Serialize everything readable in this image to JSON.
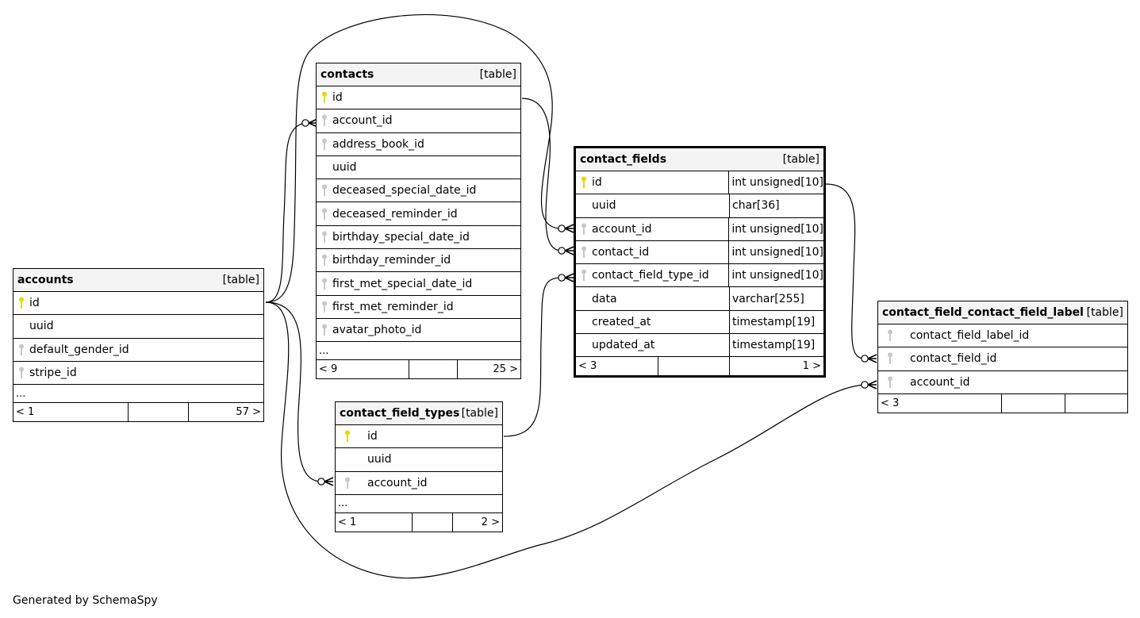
{
  "footer_text": "Generated by SchemaSpy",
  "colors": {
    "primary_key": "#e6d800",
    "foreign_key": "#c8c8c8",
    "header_bg": "#f4f4f4"
  },
  "tables": {
    "accounts": {
      "name": "accounts",
      "kind": "[table]",
      "columns": [
        {
          "name": "id",
          "key": "primary"
        },
        {
          "name": "uuid",
          "key": "none"
        },
        {
          "name": "default_gender_id",
          "key": "foreign"
        },
        {
          "name": "stripe_id",
          "key": "foreign"
        }
      ],
      "more": "...",
      "footer": {
        "left": "< 1",
        "middle": "",
        "right": "57 >"
      }
    },
    "contacts": {
      "name": "contacts",
      "kind": "[table]",
      "columns": [
        {
          "name": "id",
          "key": "primary"
        },
        {
          "name": "account_id",
          "key": "foreign"
        },
        {
          "name": "address_book_id",
          "key": "foreign"
        },
        {
          "name": "uuid",
          "key": "none"
        },
        {
          "name": "deceased_special_date_id",
          "key": "foreign"
        },
        {
          "name": "deceased_reminder_id",
          "key": "foreign"
        },
        {
          "name": "birthday_special_date_id",
          "key": "foreign"
        },
        {
          "name": "birthday_reminder_id",
          "key": "foreign"
        },
        {
          "name": "first_met_special_date_id",
          "key": "foreign"
        },
        {
          "name": "first_met_reminder_id",
          "key": "foreign"
        },
        {
          "name": "avatar_photo_id",
          "key": "foreign"
        }
      ],
      "more": "...",
      "footer": {
        "left": "< 9",
        "middle": "",
        "right": "25 >"
      }
    },
    "contact_fields": {
      "name": "contact_fields",
      "kind": "[table]",
      "columns": [
        {
          "name": "id",
          "key": "primary",
          "type": "int unsigned[10]"
        },
        {
          "name": "uuid",
          "key": "none",
          "type": "char[36]"
        },
        {
          "name": "account_id",
          "key": "foreign",
          "type": "int unsigned[10]"
        },
        {
          "name": "contact_id",
          "key": "foreign",
          "type": "int unsigned[10]"
        },
        {
          "name": "contact_field_type_id",
          "key": "foreign",
          "type": "int unsigned[10]"
        },
        {
          "name": "data",
          "key": "none",
          "type": "varchar[255]"
        },
        {
          "name": "created_at",
          "key": "none",
          "type": "timestamp[19]"
        },
        {
          "name": "updated_at",
          "key": "none",
          "type": "timestamp[19]"
        }
      ],
      "footer": {
        "left": "< 3",
        "middle": "",
        "right": "1 >"
      }
    },
    "contact_field_types": {
      "name": "contact_field_types",
      "kind": "[table]",
      "columns": [
        {
          "name": "id",
          "key": "primary"
        },
        {
          "name": "uuid",
          "key": "none"
        },
        {
          "name": "account_id",
          "key": "foreign"
        }
      ],
      "more": "...",
      "footer": {
        "left": "< 1",
        "middle": "",
        "right": "2 >"
      }
    },
    "contact_field_contact_field_label": {
      "name": "contact_field_contact_field_label",
      "kind": "[table]",
      "columns": [
        {
          "name": "contact_field_label_id",
          "key": "foreign"
        },
        {
          "name": "contact_field_id",
          "key": "foreign"
        },
        {
          "name": "account_id",
          "key": "foreign"
        }
      ],
      "footer": {
        "left": "< 3",
        "middle": "",
        "right": ""
      }
    }
  },
  "relationships": [
    {
      "from": "contacts.account_id",
      "to": "accounts.id"
    },
    {
      "from": "contact_fields.account_id",
      "to": "accounts.id"
    },
    {
      "from": "contact_fields.contact_id",
      "to": "contacts.id"
    },
    {
      "from": "contact_fields.contact_field_type_id",
      "to": "contact_field_types.id"
    },
    {
      "from": "contact_field_types.account_id",
      "to": "accounts.id"
    },
    {
      "from": "contact_field_contact_field_label.contact_field_id",
      "to": "contact_fields.id"
    },
    {
      "from": "contact_field_contact_field_label.account_id",
      "to": "accounts.id"
    }
  ]
}
